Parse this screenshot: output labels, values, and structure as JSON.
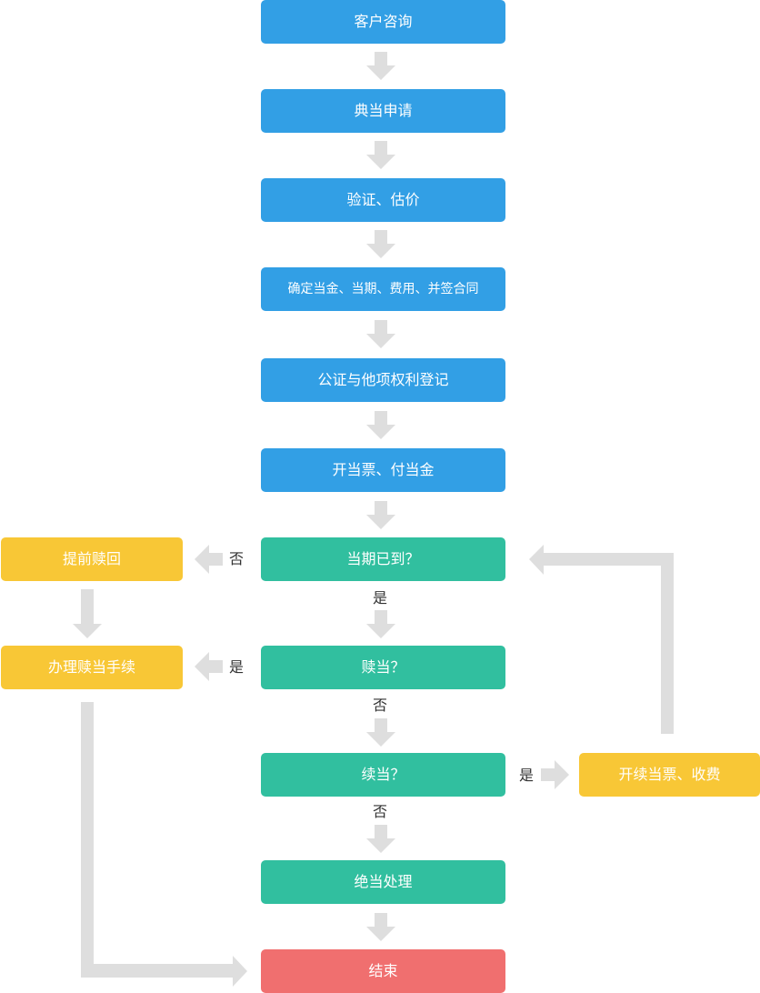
{
  "colors": {
    "process": "#329fe5",
    "decision": "#31bf9f",
    "side": "#f8c736",
    "end": "#f06f6f",
    "arrow": "#dedede"
  },
  "nodes": {
    "consult": "客户咨询",
    "apply": "典当申请",
    "appraise": "验证、估价",
    "contract": "确定当金、当期、费用、并签合同",
    "notarize": "公证与他项权利登记",
    "ticket": "开当票、付当金",
    "due_check": "当期已到？",
    "redeem_check": "赎当？",
    "renew_check": "续当？",
    "forfeit": "绝当处理",
    "end": "结束",
    "early_redeem": "提前赎回",
    "redeem_process": "办理赎当手续",
    "renew_process": "开续当票、收费"
  },
  "edge_labels": {
    "due_no": "否",
    "due_yes": "是",
    "redeem_yes": "是",
    "redeem_no": "否",
    "renew_yes": "是",
    "renew_no": "否"
  }
}
